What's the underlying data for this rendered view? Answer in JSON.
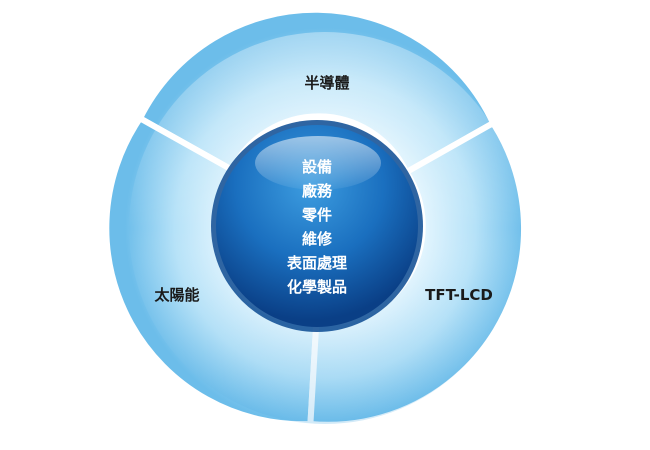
{
  "diagram": {
    "segments": [
      {
        "id": "top",
        "label": "半導體"
      },
      {
        "id": "left",
        "label": "太陽能"
      },
      {
        "id": "right",
        "label": "TFT-LCD"
      }
    ],
    "hub_items": [
      "設備",
      "廠務",
      "零件",
      "維修",
      "表面處理",
      "化學製品"
    ]
  },
  "colors": {
    "segment_light": "#dff3fd",
    "segment_mid": "#9cd6f5",
    "segment_dark": "#5fb4e8",
    "hub_light": "#2f8fd6",
    "hub_dark": "#0b4f9c",
    "hub_ring": "#0a3f80",
    "separator": "#ffffff"
  }
}
